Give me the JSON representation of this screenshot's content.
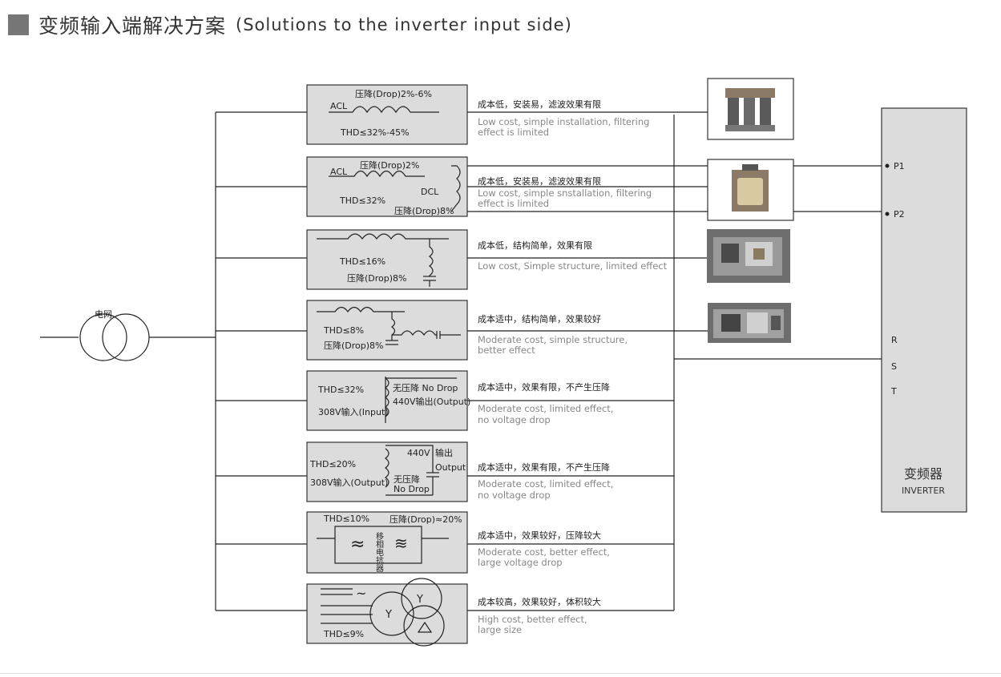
{
  "title": {
    "zh": "变频输入端解决方案",
    "en": "(Solutions to the inverter input side)"
  },
  "grid_label": "电网",
  "inverter": {
    "terminals": [
      "P1",
      "P2",
      "R",
      "S",
      "T"
    ],
    "name_zh": "变频器",
    "name_en": "INVERTER"
  },
  "solutions": [
    {
      "box_labels": {
        "drop": "压降(Drop)2%-6%",
        "acl": "ACL",
        "thd": "THD≤32%-45%"
      },
      "desc_zh": "成本低，安装易，滤波效果有限",
      "desc_en": [
        "Low cost, simple installation, filtering",
        "effect is limited"
      ],
      "photo": "acl-reactor-photo"
    },
    {
      "box_labels": {
        "drop": "压降(Drop)2%",
        "acl": "ACL",
        "thd": "THD≤32%",
        "dcl": "DCL",
        "drop2": "压降(Drop)8%"
      },
      "desc_zh": "成本低，安装易，滤波效果有限",
      "desc_en": [
        "Low cost, simple snstallation, filtering",
        "effect is limited"
      ],
      "photo": "dcl-reactor-photo"
    },
    {
      "box_labels": {
        "thd": "THD≤16%",
        "drop": "压降(Drop)8%"
      },
      "desc_zh": "成本低，结构简单，效果有限",
      "desc_en": [
        "Low cost, Simple structure, limited effect"
      ],
      "photo": "filter-photo"
    },
    {
      "box_labels": {
        "thd": "THD≤8%",
        "drop": "压降(Drop)8%"
      },
      "desc_zh": "成本适中，结构简单，效果较好",
      "desc_en": [
        "Moderate cost, simple structure,",
        "better effect"
      ],
      "photo": "lc-filter-photo"
    },
    {
      "box_labels": {
        "thd": "THD≤32%",
        "nodrop": "无压降 No Drop",
        "out": "440V输出(Output)",
        "in": "308V输入(Input)"
      },
      "desc_zh": "成本适中，效果有限，不产生压降",
      "desc_en": [
        "Moderate cost, limited effect,",
        "no voltage drop"
      ]
    },
    {
      "box_labels": {
        "v440": "440V",
        "out_zh": "输出",
        "out_en": "Output",
        "thd": "THD≤20%",
        "in": "308V输入(Output)",
        "nodrop_zh": "无压降",
        "nodrop_en": "No Drop"
      },
      "desc_zh": "成本适中，效果有限，不产生压降",
      "desc_en": [
        "Moderate cost, limited effect,",
        "no voltage drop"
      ]
    },
    {
      "box_labels": {
        "thd": "THD≤10%",
        "drop": "压降(Drop)≈20%",
        "phase": "移相电抗器"
      },
      "desc_zh": "成本适中，效果较好，压降较大",
      "desc_en": [
        "Moderate cost, better effect,",
        "large voltage drop"
      ]
    },
    {
      "box_labels": {
        "y1": "Y",
        "y2": "Y",
        "thd": "THD≤9%"
      },
      "desc_zh": "成本较高，效果较好，体积较大",
      "desc_en": [
        "High cost, better effect,",
        "large size"
      ]
    }
  ]
}
